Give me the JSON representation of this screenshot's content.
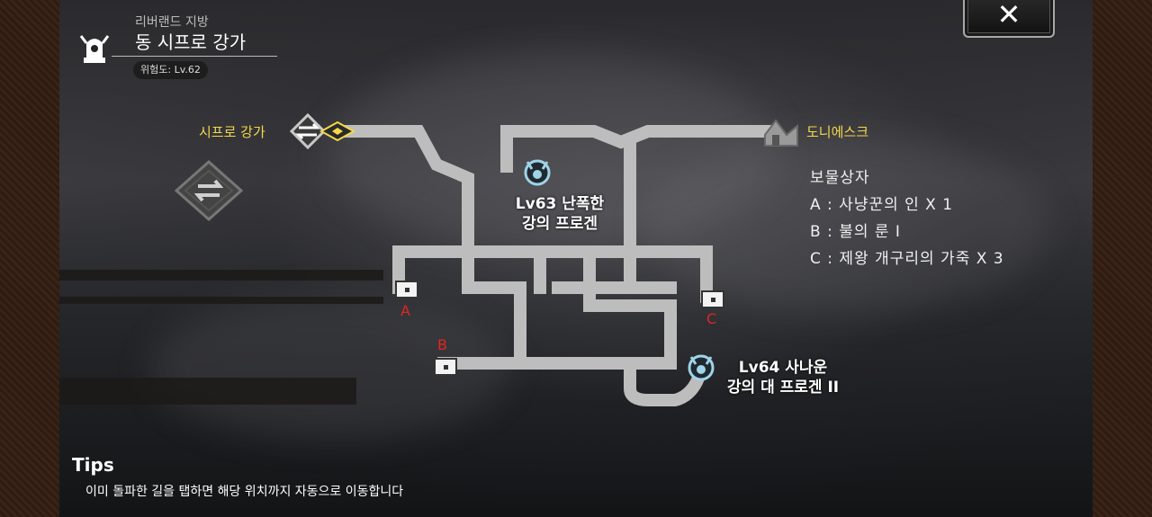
{
  "header": {
    "region": "리버랜드 지방",
    "area_name": "동 시프로 강가",
    "danger_label": "위험도:",
    "danger_level": "Lv.62"
  },
  "close_button": {
    "label": "✕"
  },
  "map": {
    "west_exit_label": "시프로 강가",
    "east_exit_label": "도니에스크",
    "boss_1": {
      "line1": "Lv63 난폭한",
      "line2": "강의 프로겐"
    },
    "boss_2": {
      "line1": "Lv64 사나운",
      "line2": "강의 대 프로겐 II"
    },
    "chest_a": "A",
    "chest_b": "B",
    "chest_c": "C"
  },
  "treasure": {
    "title": "보물상자",
    "items": [
      "A : 사냥꾼의 인 X 1",
      "B : 불의 룬 I",
      "C : 제왕 개구리의 가죽 X 3"
    ]
  },
  "tips": {
    "title": "Tips",
    "text": "이미 돌파한 길을 탭하면 해당 위치까지 자동으로 이동합니다"
  },
  "colors": {
    "path": "#bdbdbd",
    "exit_label": "#f5d84a",
    "chest_label": "#e02525",
    "boss_icon": "#9fd3e8"
  }
}
